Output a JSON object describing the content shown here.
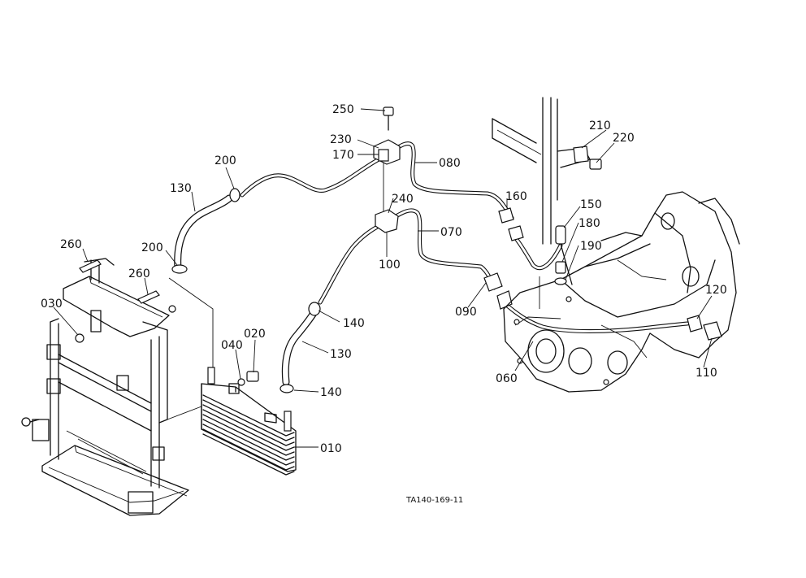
{
  "diagram": {
    "drawing_code": "TA140-169-11",
    "labels": [
      {
        "id": "p250",
        "text": "250"
      },
      {
        "id": "p230",
        "text": "230"
      },
      {
        "id": "p170",
        "text": "170"
      },
      {
        "id": "p080",
        "text": "080"
      },
      {
        "id": "p210",
        "text": "210"
      },
      {
        "id": "p220",
        "text": "220"
      },
      {
        "id": "p200a",
        "text": "200"
      },
      {
        "id": "p130a",
        "text": "130"
      },
      {
        "id": "p240",
        "text": "240"
      },
      {
        "id": "p160",
        "text": "160"
      },
      {
        "id": "p150",
        "text": "150"
      },
      {
        "id": "p070",
        "text": "070"
      },
      {
        "id": "p180",
        "text": "180"
      },
      {
        "id": "p260a",
        "text": "260"
      },
      {
        "id": "p200b",
        "text": "200"
      },
      {
        "id": "p100",
        "text": "100"
      },
      {
        "id": "p190",
        "text": "190"
      },
      {
        "id": "p260b",
        "text": "260"
      },
      {
        "id": "p120",
        "text": "120"
      },
      {
        "id": "p030",
        "text": "030"
      },
      {
        "id": "p090",
        "text": "090"
      },
      {
        "id": "p140a",
        "text": "140"
      },
      {
        "id": "p020",
        "text": "020"
      },
      {
        "id": "p040",
        "text": "040"
      },
      {
        "id": "p130b",
        "text": "130"
      },
      {
        "id": "p060",
        "text": "060"
      },
      {
        "id": "p110",
        "text": "110"
      },
      {
        "id": "p140b",
        "text": "140"
      },
      {
        "id": "p010",
        "text": "010"
      }
    ]
  }
}
